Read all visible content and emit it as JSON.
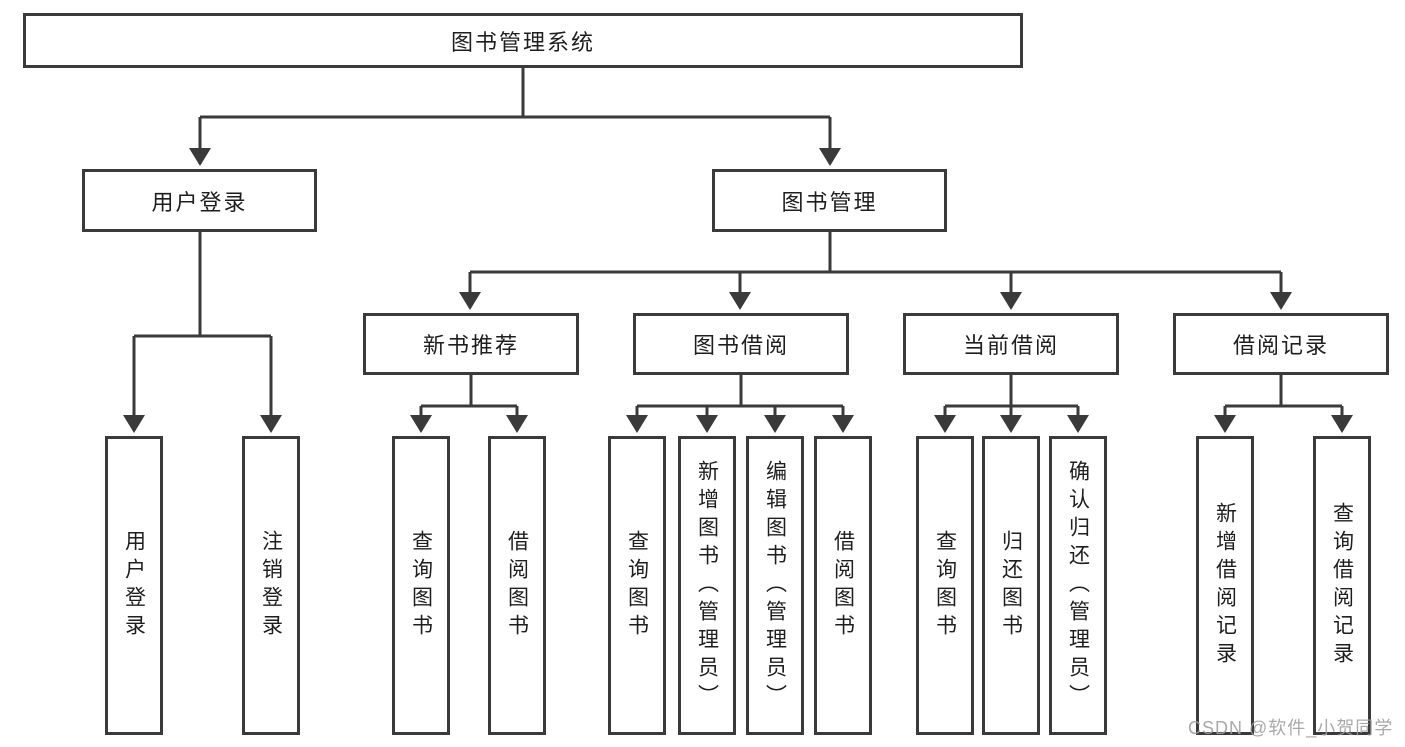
{
  "diagram": {
    "root": {
      "label": "图书管理系统"
    },
    "branches": [
      {
        "label": "用户登录",
        "children": [
          {
            "label": "用户登录"
          },
          {
            "label": "注销登录"
          }
        ]
      },
      {
        "label": "图书管理",
        "children": [
          {
            "label": "新书推荐",
            "children": [
              {
                "label": "查询图书"
              },
              {
                "label": "借阅图书"
              }
            ]
          },
          {
            "label": "图书借阅",
            "children": [
              {
                "label": "查询图书"
              },
              {
                "label": "新增图书（管理员）"
              },
              {
                "label": "编辑图书（管理员）"
              },
              {
                "label": "借阅图书"
              }
            ]
          },
          {
            "label": "当前借阅",
            "children": [
              {
                "label": "查询图书"
              },
              {
                "label": "归还图书"
              },
              {
                "label": "确认归还（管理员）"
              }
            ]
          },
          {
            "label": "借阅记录",
            "children": [
              {
                "label": "新增借阅记录"
              },
              {
                "label": "查询借阅记录"
              }
            ]
          }
        ]
      }
    ]
  },
  "watermark": {
    "text": "CSDN @软件_小贺同学"
  },
  "colors": {
    "line": "#3a3a3a",
    "text": "#1e1e1e",
    "background": "#ffffff",
    "watermark": "#a0a0a0"
  }
}
